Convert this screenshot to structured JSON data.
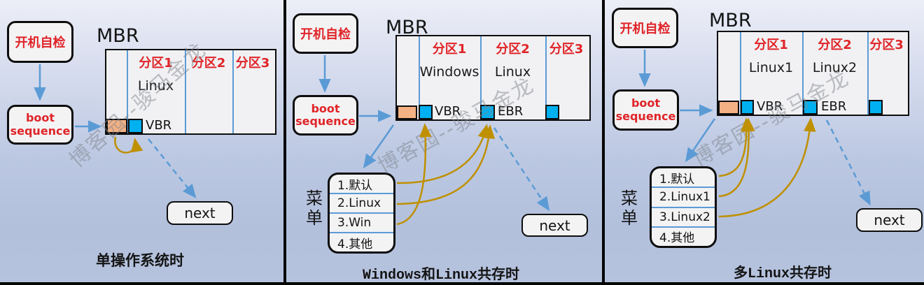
{
  "watermark": "博客园--骏马金龙",
  "colors": {
    "red_text": "#e02428",
    "arrow_blue": "#5b9bd5",
    "arrow_gold": "#bf9000",
    "gap_orange": "#f4b183",
    "record_cyan": "#00b0f0",
    "box_fill": "#f3f3f4"
  },
  "panels": [
    {
      "poweron": "开机自检",
      "boot_line1": "boot",
      "boot_line2": "sequence",
      "mbr_label": "MBR",
      "partitions": [
        "分区1",
        "分区2",
        "分区3"
      ],
      "os1": "Linux",
      "vbr_label": "VBR",
      "next_label": "next",
      "caption": "单操作系统时"
    },
    {
      "poweron": "开机自检",
      "boot_line1": "boot",
      "boot_line2": "sequence",
      "mbr_label": "MBR",
      "partitions": [
        "分区1",
        "分区2",
        "分区3"
      ],
      "os1": "Windows",
      "os2": "Linux",
      "vbr_label": "VBR",
      "ebr_label": "EBR",
      "menu_title": "菜单",
      "menu_items": [
        "1.默认",
        "2.Linux",
        "3.Win",
        "4.其他"
      ],
      "next_label": "next",
      "caption": "Windows和Linux共存时"
    },
    {
      "poweron": "开机自检",
      "boot_line1": "boot",
      "boot_line2": "sequence",
      "mbr_label": "MBR",
      "partitions": [
        "分区1",
        "分区2",
        "分区3"
      ],
      "os1": "Linux1",
      "os2": "Linux2",
      "vbr_label": "VBR",
      "ebr_label": "EBR",
      "menu_title": "菜单",
      "menu_items": [
        "1.默认",
        "2.Linux1",
        "3.Linux2",
        "4.其他"
      ],
      "next_label": "next",
      "caption": "多Linux共存时"
    }
  ]
}
